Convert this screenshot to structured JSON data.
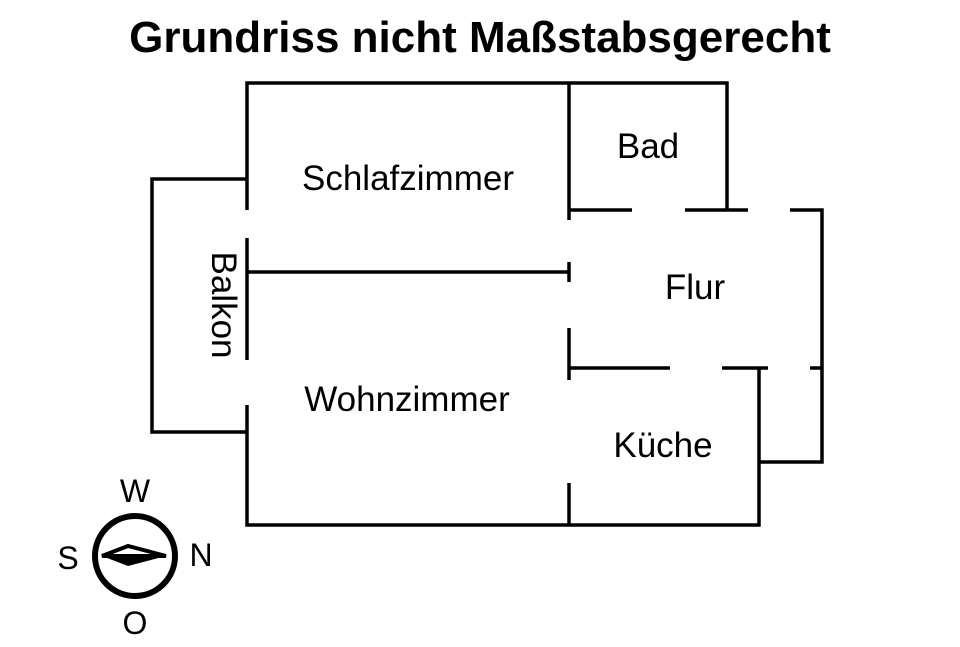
{
  "title": "Grundriss nicht Maßstabsgerecht",
  "rooms": {
    "schlafzimmer": "Schlafzimmer",
    "bad": "Bad",
    "balkon": "Balkon",
    "flur": "Flur",
    "wohnzimmer": "Wohnzimmer",
    "kueche": "Küche"
  },
  "compass": {
    "top": "W",
    "right": "N",
    "bottom": "O",
    "left": "S"
  },
  "colors": {
    "line": "#000000",
    "background": "#ffffff"
  }
}
